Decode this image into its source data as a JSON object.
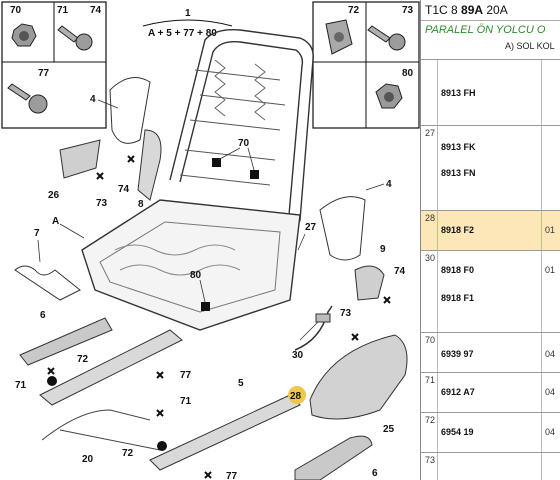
{
  "header": {
    "code_prefix": "T1C 8 ",
    "code_main": "89A",
    "code_suffix": " 20A"
  },
  "subheader": {
    "title": "PARALEL ÖN YOLCU O",
    "subtitle": "A) SOL KOL"
  },
  "rows": [
    {
      "num": "",
      "refs": [
        "8913 FH"
      ],
      "qty": "",
      "highlight": false
    },
    {
      "num": "27",
      "refs": [
        "8913 FK",
        "8913 FN"
      ],
      "qty": "",
      "highlight": false
    },
    {
      "num": "28",
      "refs": [
        "8918 F2"
      ],
      "qty": "01",
      "highlight": true
    },
    {
      "num": "30",
      "refs": [
        "8918 F0",
        "8918 F1"
      ],
      "qty": "01",
      "highlight": false
    },
    {
      "num": "70",
      "refs": [
        "6939 97"
      ],
      "qty": "04",
      "highlight": false
    },
    {
      "num": "71",
      "refs": [
        "6912 A7"
      ],
      "qty": "04",
      "highlight": false
    },
    {
      "num": "72",
      "refs": [
        "6954 19"
      ],
      "qty": "04",
      "highlight": false
    },
    {
      "num": "73",
      "refs": [
        ""
      ],
      "qty": "",
      "highlight": false
    }
  ],
  "diagram": {
    "group_label": "1",
    "group_formula": "A + 5 + 77 + 80",
    "box_labels": [
      "70",
      "71",
      "74",
      "77",
      "72",
      "73",
      "80"
    ],
    "callouts": [
      "4",
      "4",
      "70",
      "26",
      "73",
      "74",
      "8",
      "27",
      "A",
      "7",
      "80",
      "9",
      "74",
      "6",
      "72",
      "71",
      "77",
      "30",
      "73",
      "28",
      "25",
      "71",
      "5",
      "72",
      "20",
      "77",
      "6"
    ]
  },
  "icons": [
    "nut-icon",
    "screw-icon",
    "bolt-icon",
    "washer-icon"
  ]
}
